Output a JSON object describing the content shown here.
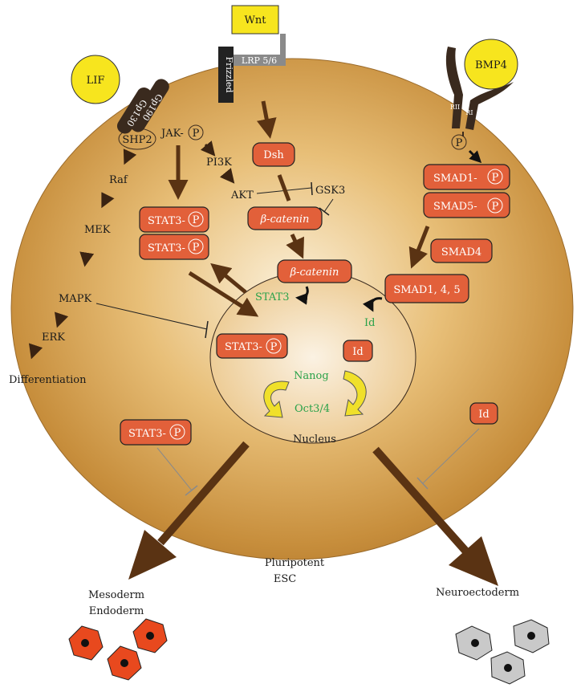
{
  "ligands": {
    "wnt": "Wnt",
    "lif": "LIF",
    "bmp4": "BMP4"
  },
  "receptors": {
    "lrp": "LRP 5/6",
    "frizzled": "Frizzled",
    "gp190": "Gp190",
    "gp130": "Gp130",
    "rii": "RII",
    "ri": "RI"
  },
  "lif_pathway": {
    "shp2": "SHP2",
    "jak": "JAK-",
    "p": "P",
    "pi3k": "PI3K",
    "akt": "AKT",
    "raf": "Raf",
    "mek": "MEK",
    "mapk": "MAPK",
    "erk": "ERK",
    "differentiation": "Differentiation"
  },
  "stat3_boxes": [
    "STAT3-",
    "STAT3-"
  ],
  "wnt_pathway": {
    "dsh": "Dsh",
    "gsk3": "GSK3",
    "beta_catenin_cyto": "β-catenin",
    "beta_catenin_nuc": "β-catenin"
  },
  "bmp_pathway": {
    "p": "P",
    "smad1": "SMAD1-",
    "smad5": "SMAD5-",
    "smad4": "SMAD4",
    "smad145": "SMAD1, 4, 5"
  },
  "nucleus": {
    "stat3_text": "STAT3",
    "id_text": "Id",
    "stat3p_box": "STAT3-",
    "id_box": "Id",
    "nanog": "Nanog",
    "oct": "Oct3/4",
    "label": "Nucleus"
  },
  "cytoplasm": {
    "stat3p_lower": "STAT3-",
    "id_lower": "Id"
  },
  "cell_label": [
    "Pluripotent",
    "ESC"
  ],
  "outcomes": {
    "meso": [
      "Mesoderm",
      "Endoderm"
    ],
    "neuro": "Neuroectoderm"
  },
  "colors": {
    "box": "#e2603a",
    "arrow": "#5a3313",
    "ligand": "#f7e51e",
    "green": "#2aa24a",
    "receptor": "#3a2a1e",
    "meso_cell": "#e8491e",
    "neuro_cell": "#c9c9c9"
  }
}
